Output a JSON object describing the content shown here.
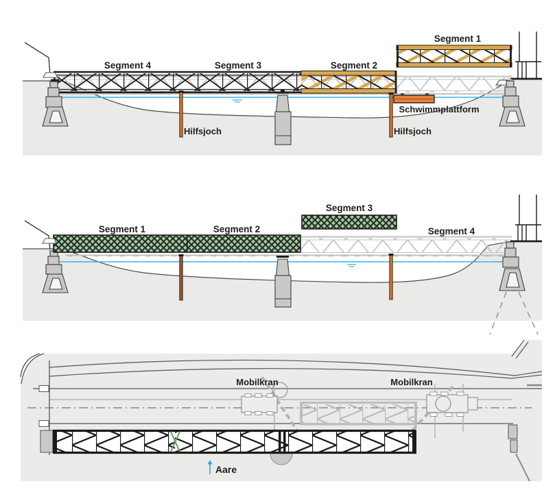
{
  "figure": {
    "type": "bridge-construction-phases-diagram",
    "views": [
      "elevation-phase-1",
      "elevation-phase-2",
      "plan-view"
    ]
  },
  "colors": {
    "water": "#36b3e5",
    "aare_text": "#29a9e1",
    "steel_gold": "#d9a84e",
    "platform_orange": "#e8813b",
    "post_orange": "#d2722a",
    "post_brown": "#96572e",
    "segment_green": "#a9c7a9",
    "ghost_gray": "#c6c6c4",
    "dark_steel": "#1d1d1d",
    "ground": "#eaeae8",
    "pier": "#c9c9c7",
    "muted_label": "#b3b3b3"
  },
  "panel1": {
    "labels": {
      "segment4": "Segment 4",
      "segment3": "Segment 3",
      "segment2": "Segment 2",
      "segment1": "Segment 1",
      "schwimmplattform": "Schwimmplattform",
      "hilfsjoch_left": "Hilfsjoch",
      "hilfsjoch_right": "Hilfsjoch"
    }
  },
  "panel2": {
    "labels": {
      "segment1": "Segment 1",
      "segment2": "Segment 2",
      "segment3": "Segment 3",
      "segment4": "Segment 4"
    }
  },
  "panel3": {
    "labels": {
      "mobilkran_left": "Mobilkran",
      "mobilkran_right": "Mobilkran",
      "aare": "Aare"
    }
  }
}
